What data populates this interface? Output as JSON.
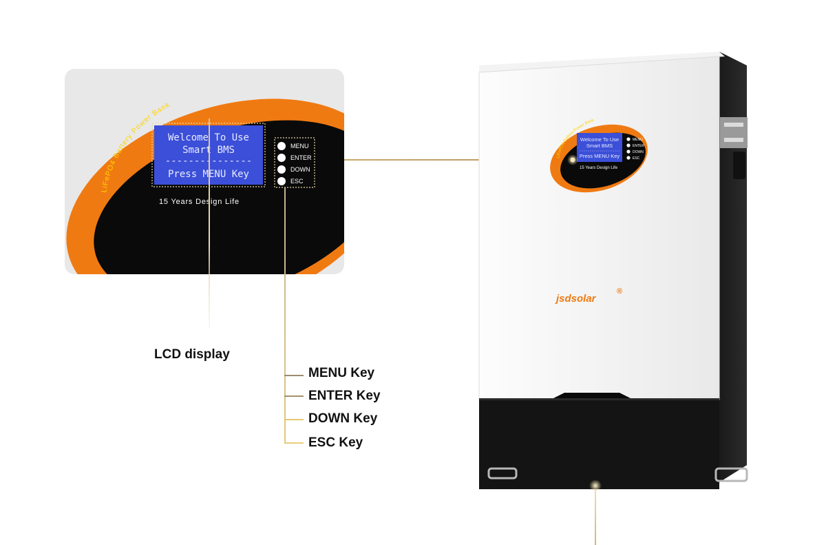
{
  "zoom": {
    "arc_text": "LiFePO4 Battery Power Bank",
    "lcd_line1": "Welcome To Use",
    "lcd_line2": "Smart BMS",
    "lcd_divider": "---------------",
    "lcd_line3": "Press MENU Key",
    "design_life": "15 Years Design Life",
    "keys": [
      "MENU",
      "ENTER",
      "DOWN",
      "ESC"
    ]
  },
  "product": {
    "arc_text": "LiFePO4 Battery Power Bank",
    "lcd_line1": "Welcome To Use",
    "lcd_line2": "Smart BMS",
    "lcd_line3": "Press MENU Key",
    "design_life": "15 Years Design Life",
    "keys": [
      "MENU",
      "ENTER",
      "DOWN",
      "ESC"
    ],
    "brand": "jsdsolar",
    "brand_mark": "®"
  },
  "callouts": {
    "lcd_label": "LCD display",
    "menu_key": "MENU Key",
    "enter_key": "ENTER Key",
    "down_key": "DOWN Key",
    "esc_key": "ESC Key"
  },
  "colors": {
    "orange": "#f07a12",
    "lcd_blue": "#3b4fd8",
    "callout_gold": "#c9a96a",
    "panel_bg": "#e8e8e8"
  }
}
